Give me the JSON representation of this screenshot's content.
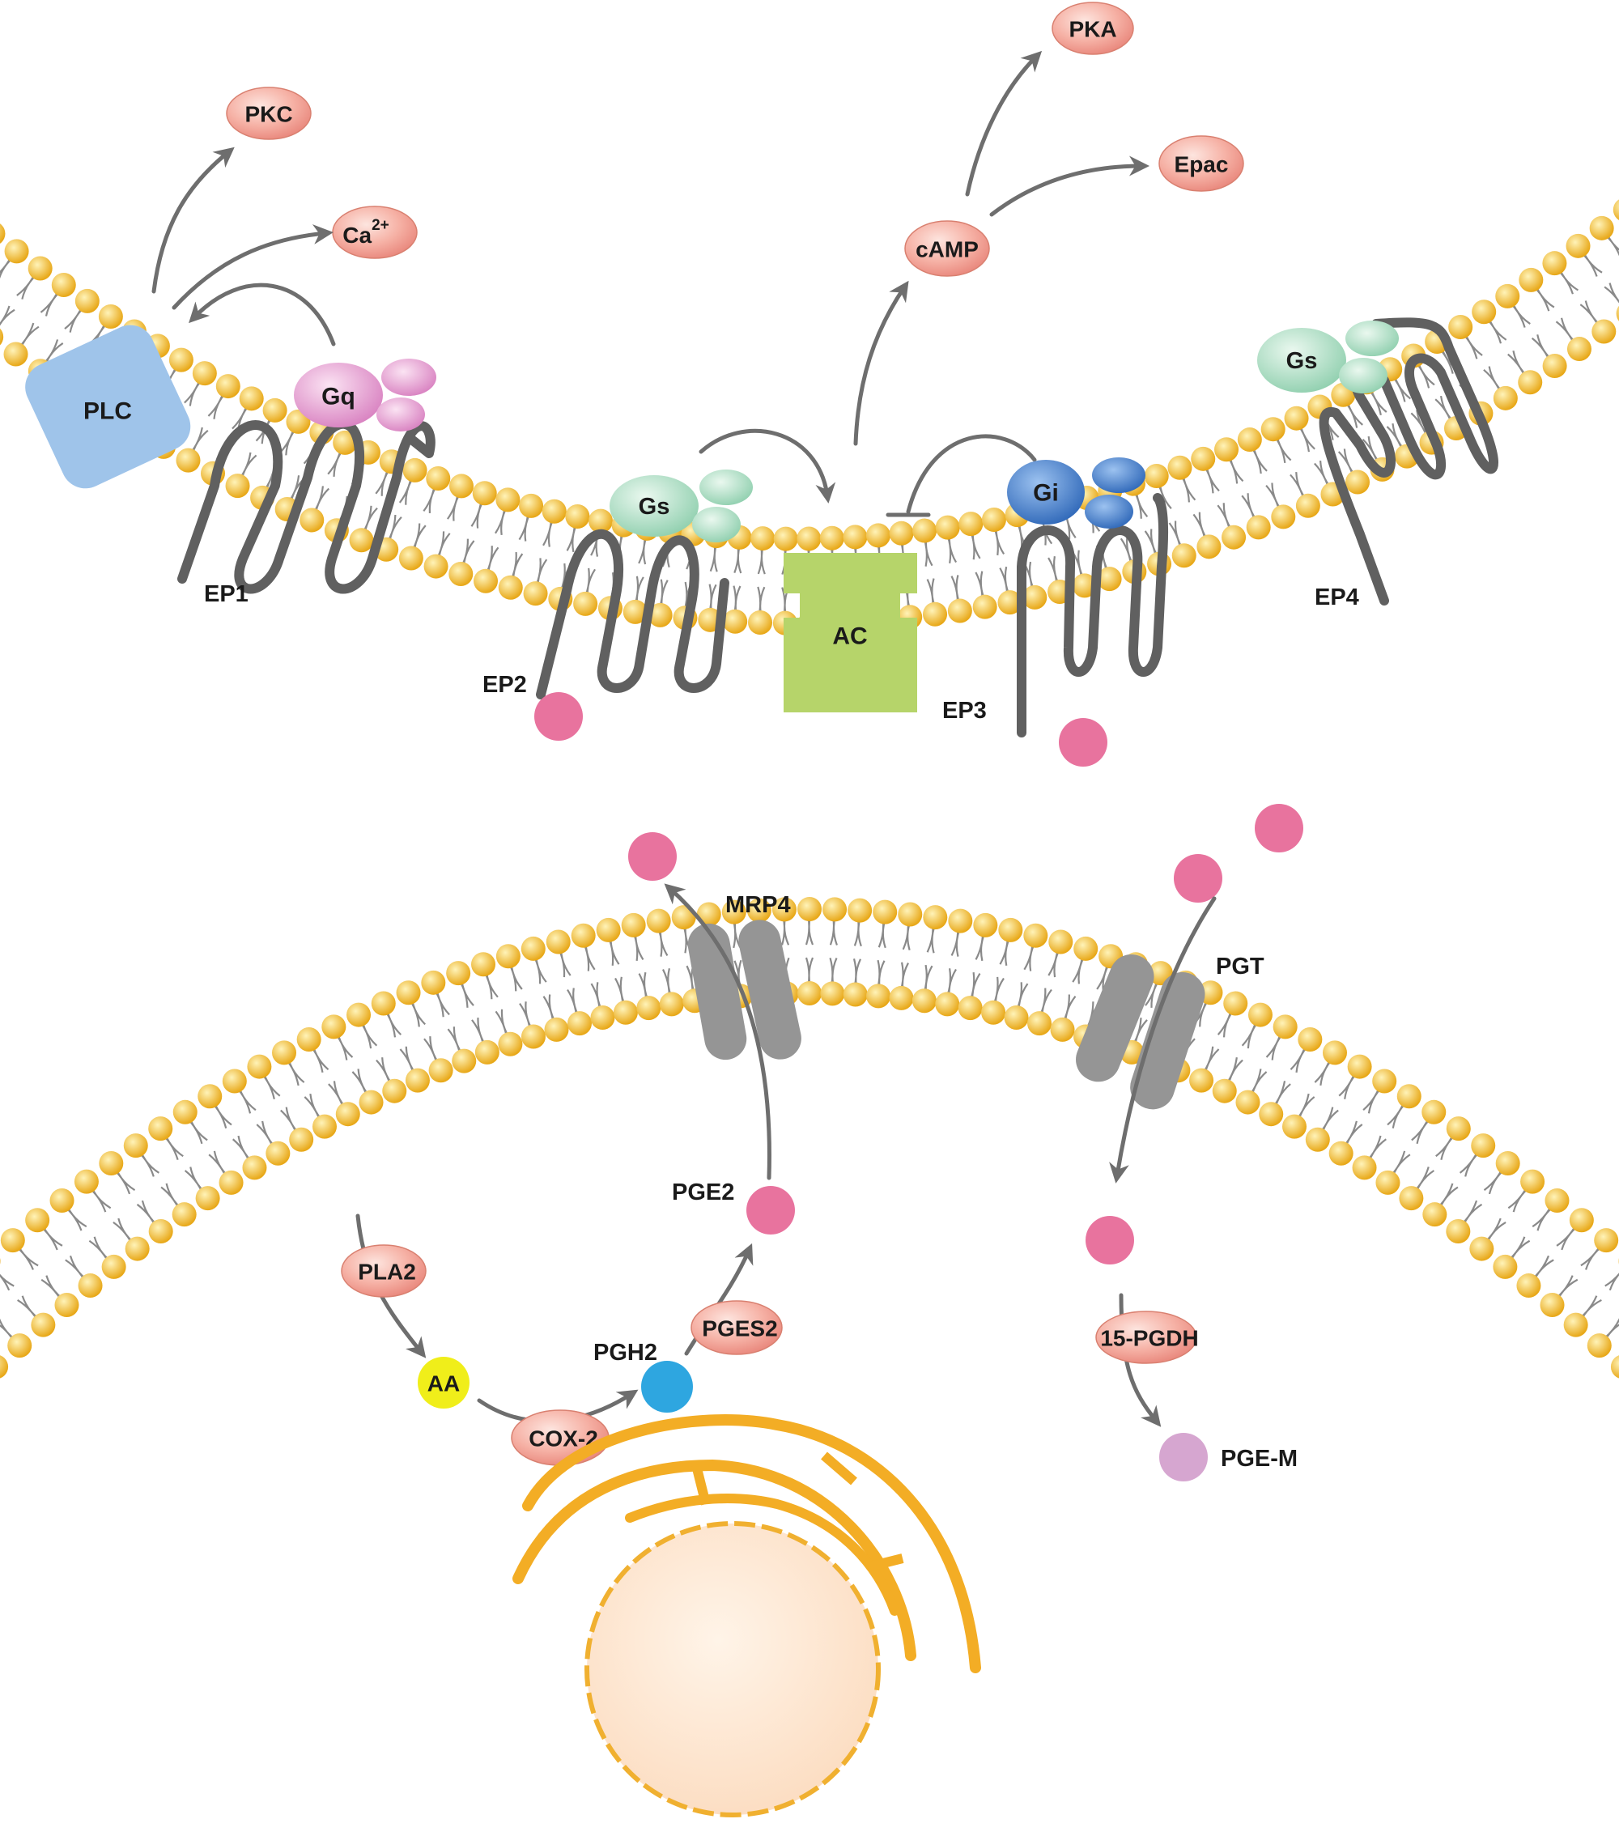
{
  "receptors": {
    "ep1": "EP1",
    "ep2": "EP2",
    "ep3": "EP3",
    "ep4": "EP4"
  },
  "g_proteins": {
    "gq": "Gq",
    "gs_ep2": "Gs",
    "gi": "Gi",
    "gs_ep4": "Gs"
  },
  "effectors": {
    "plc": "PLC",
    "ac": "AC"
  },
  "second_messengers": {
    "pkc": "PKC",
    "ca_base": "Ca",
    "ca_charge": "2+",
    "camp": "cAMP",
    "pka": "PKA",
    "epac": "Epac"
  },
  "transporters": {
    "mrp4": "MRP4",
    "pgt": "PGT"
  },
  "synthesis": {
    "pla2": "PLA2",
    "aa": "AA",
    "cox2": "COX-2",
    "pgh2": "PGH2",
    "pges2": "PGES2",
    "pge2": "PGE2"
  },
  "degradation": {
    "pgdh": "15-PGDH",
    "pgem": "PGE-M"
  },
  "colors": {
    "pge2_dot": "#e8739e",
    "lipid_head": "#f2c230",
    "enzyme": "#f3a99c",
    "gq": "#e7a0d2",
    "gs": "#a8dcbf",
    "gi": "#4f86d0",
    "plc": "#9fc4ea",
    "ac": "#b6d46a",
    "transporter": "#959595",
    "aa": "#f0ee1a",
    "pgh2": "#2ea6e0",
    "pgem": "#d6a6d0",
    "nucleus_fill": "#fde9d4",
    "nucleus_stroke": "#f0b030"
  }
}
